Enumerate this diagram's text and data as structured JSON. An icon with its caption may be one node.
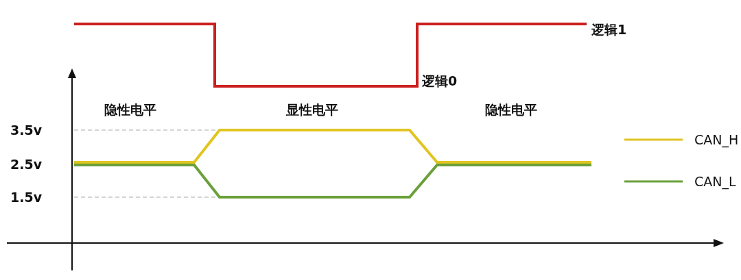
{
  "diagram": {
    "labels": [
      "逻辑1",
      "逻辑0",
      "隐性电平",
      "显性电平",
      "隐性电平",
      "3.5v",
      "2.5v",
      "1.5v"
    ],
    "legend": [
      {
        "text": "CAN_H"
      },
      {
        "text": "CAN_L"
      }
    ]
  }
}
